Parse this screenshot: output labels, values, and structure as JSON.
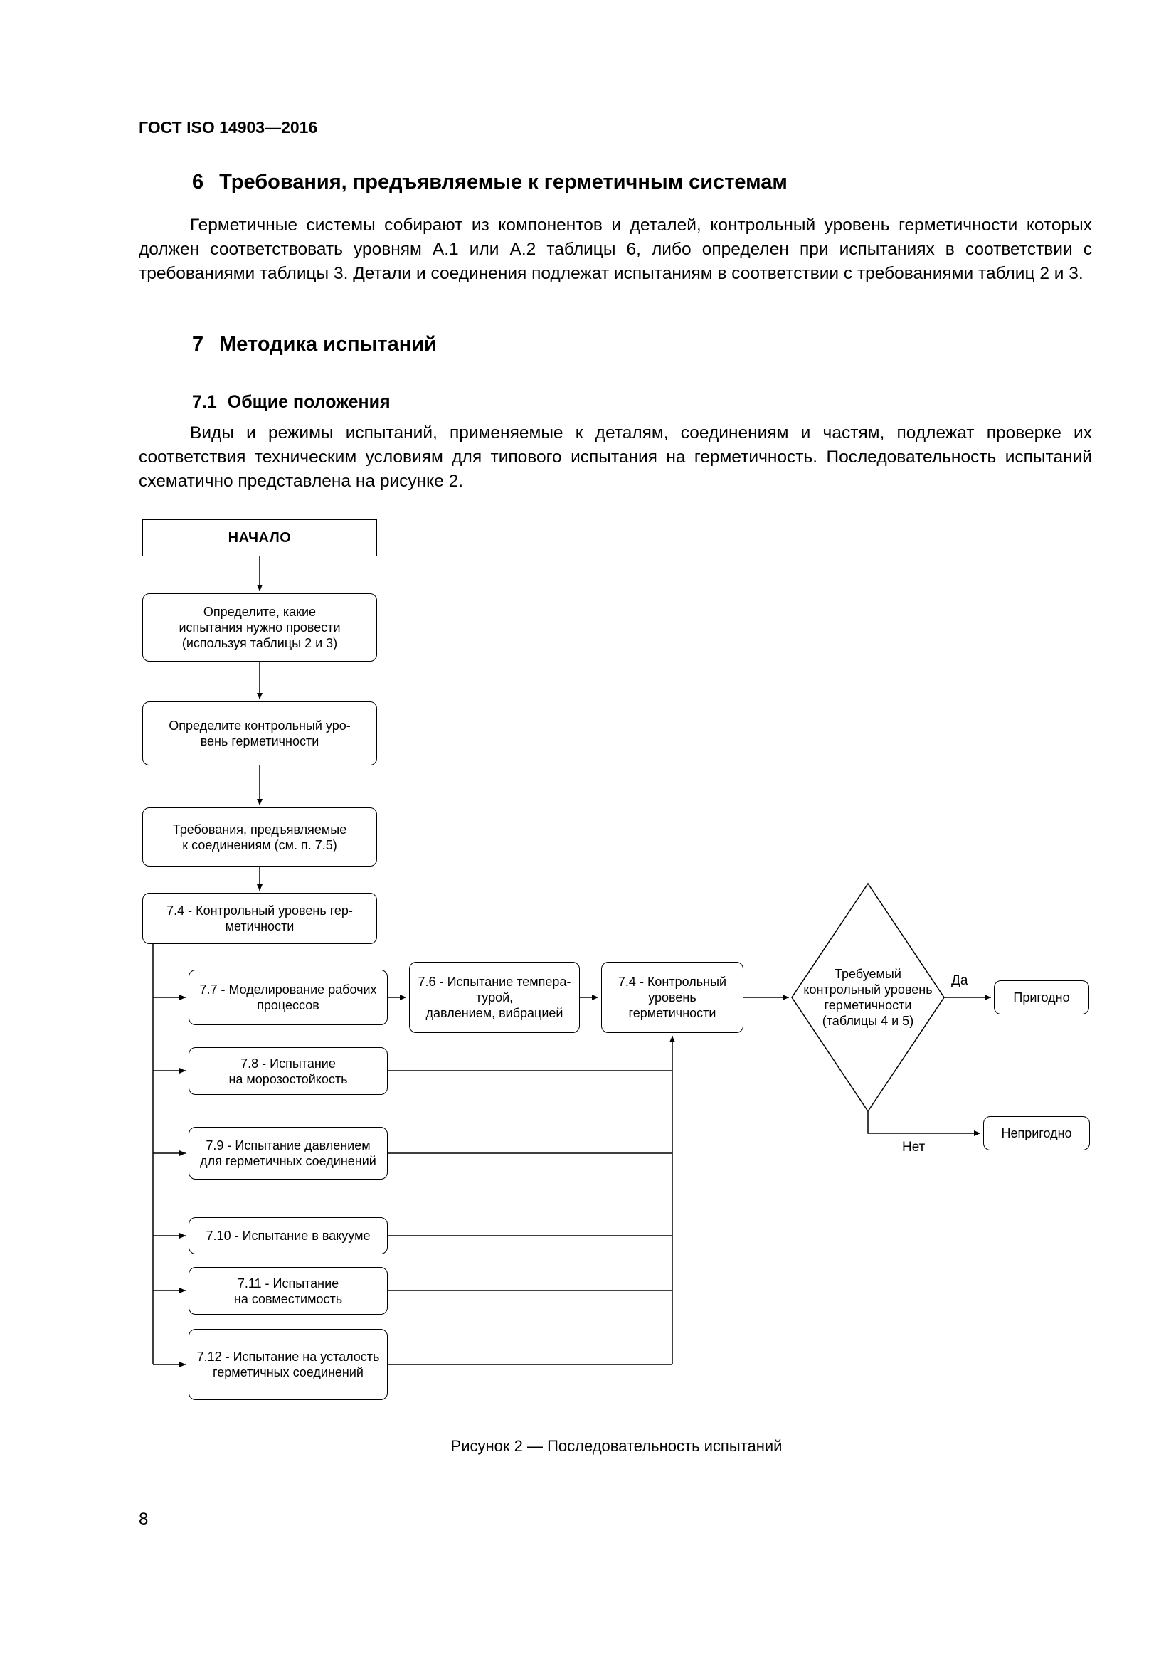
{
  "doc_header": "ГОСТ ISO 14903—2016",
  "section6": {
    "number": "6",
    "title": "Требования, предъявляемые к герметичным системам",
    "paragraph": "Герметичные системы собирают из компонентов и деталей, контрольный уровень герметичности которых должен соответствовать уровням А.1 или А.2 таблицы 6, либо определен при испытаниях в соответствии с требованиями таблицы 3. Детали и соединения подлежат испытаниям в соответствии с требованиями таблиц 2 и 3."
  },
  "section7": {
    "number": "7",
    "title": "Методика испытаний",
    "sub71": {
      "number": "7.1",
      "title": "Общие положения",
      "paragraph": "Виды и режимы испытаний, применяемые к деталям, соединениям и частям, подлежат проверке их соответствия техническим условиям для типового испытания на герметичность. Последовательность испытаний схематично представлена на рисунке 2."
    }
  },
  "flowchart": {
    "start": "НАЧАЛО",
    "step_define_tests": "Определите, какие\nиспытания нужно провести\n(используя таблицы 2 и 3)",
    "step_define_level": "Определите контрольный уро-\nвень герметичности",
    "step_requirements": "Требования, предъявляемые\nк соединениям (см. п. 7.5)",
    "step_74_level": "7.4 - Контрольный уровень гер-\nметичности",
    "test_77": "7.7 - Моделирование рабочих\nпроцессов",
    "test_76": "7.6 - Испытание темпера-\nтурой,\nдавлением, вибрацией",
    "check_74": "7.4 - Контрольный\nуровень\nгерметичности",
    "test_78": "7.8 - Испытание\nна морозостойкость",
    "test_79": "7.9 - Испытание давлением\nдля герметичных соединений",
    "test_710": "7.10 - Испытание в вакууме",
    "test_711": "7.11 - Испытание\nна совместимость",
    "test_712": "7.12 - Испытание на усталость\nгерметичных соединений",
    "decision": "Требуемый\nконтрольный уровень\nгерметичности\n(таблицы 4 и 5)",
    "label_yes": "Да",
    "label_no": "Нет",
    "result_fit": "Пригодно",
    "result_unfit": "Непригодно",
    "caption": "Рисунок 2 — Последовательность испытаний"
  },
  "page_number": "8"
}
